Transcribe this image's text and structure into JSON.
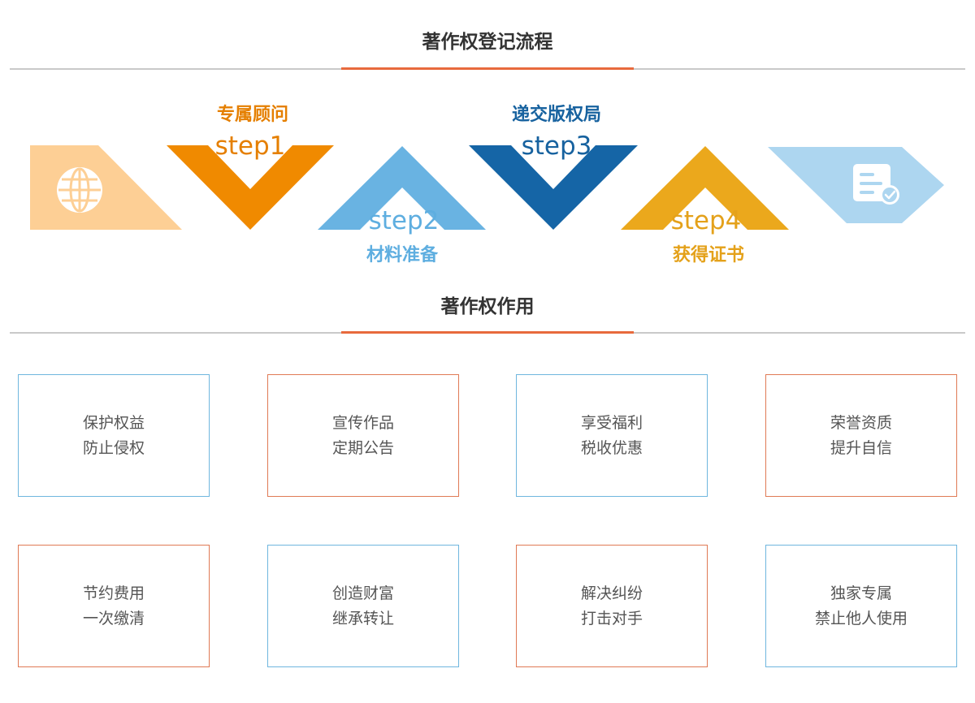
{
  "process": {
    "title": "著作权登记流程",
    "accent_color": "#e86a3d",
    "steps": [
      {
        "label": "专属顾问",
        "step": "step1",
        "color": "#f08a00",
        "label_color": "#e57f00"
      },
      {
        "label": "材料准备",
        "step": "step2",
        "color": "#69b3e2",
        "label_color": "#5eaee0"
      },
      {
        "label": "递交版权局",
        "step": "step3",
        "color": "#1565a6",
        "label_color": "#17629f"
      },
      {
        "label": "获得证书",
        "step": "step4",
        "color": "#eba81c",
        "label_color": "#e4a11a"
      }
    ],
    "start_icon": {
      "name": "globe-icon",
      "color": "#fdcf95"
    },
    "end_icon": {
      "name": "certificate-check-icon",
      "color": "#add6f0"
    }
  },
  "usage": {
    "title": "著作权作用",
    "accent_color": "#e86a3d",
    "cards": [
      {
        "line1": "保护权益",
        "line2": "防止侵权",
        "border": "#6fb6de"
      },
      {
        "line1": "宣传作品",
        "line2": "定期公告",
        "border": "#e07a55"
      },
      {
        "line1": "享受福利",
        "line2": "税收优惠",
        "border": "#6fb6de"
      },
      {
        "line1": "荣誉资质",
        "line2": "提升自信",
        "border": "#e07a55"
      },
      {
        "line1": "节约费用",
        "line2": "一次缴清",
        "border": "#e07a55"
      },
      {
        "line1": "创造财富",
        "line2": "继承转让",
        "border": "#6fb6de"
      },
      {
        "line1": "解决纠纷",
        "line2": "打击对手",
        "border": "#e07a55"
      },
      {
        "line1": "独家专属",
        "line2": "禁止他人使用",
        "border": "#6fb6de"
      }
    ]
  }
}
